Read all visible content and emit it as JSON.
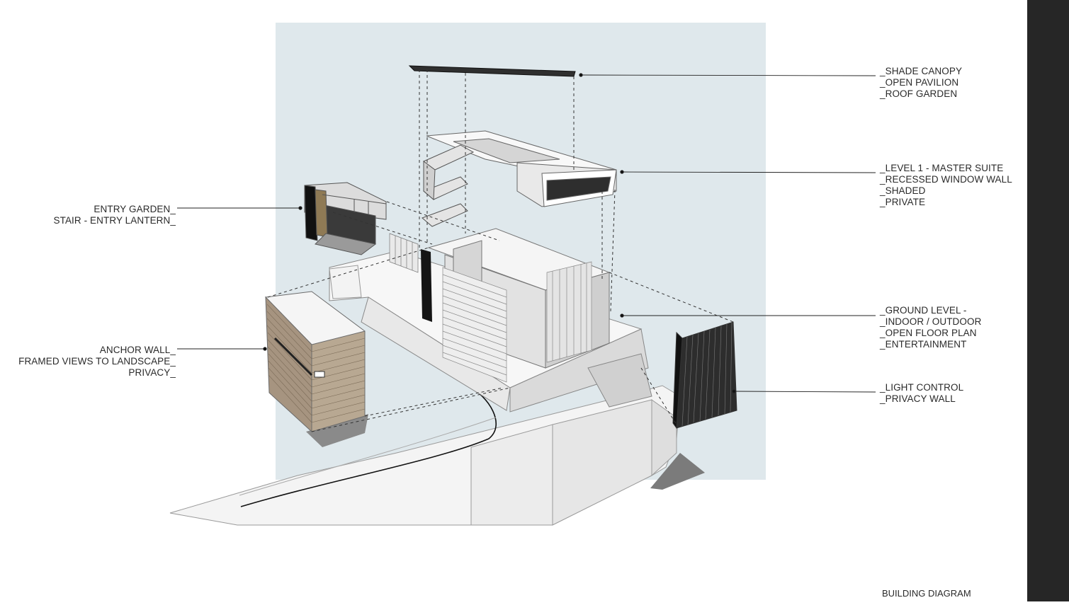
{
  "colors": {
    "background_panel": "#dfe8ec",
    "sidebar": "#262626",
    "line": "#222222"
  },
  "callouts": {
    "shade_canopy": [
      "_SHADE CANOPY",
      "_OPEN PAVILION",
      "_ROOF GARDEN"
    ],
    "level_1": [
      "_LEVEL 1 - MASTER SUITE",
      "_RECESSED WINDOW WALL",
      "_SHADED",
      "_PRIVATE"
    ],
    "entry_garden": [
      "ENTRY GARDEN_",
      "STAIR - ENTRY LANTERN_"
    ],
    "ground_level": [
      "_GROUND LEVEL -",
      "_INDOOR / OUTDOOR",
      "_OPEN FLOOR PLAN",
      "_ENTERTAINMENT"
    ],
    "anchor_wall": [
      "ANCHOR WALL_",
      "FRAMED VIEWS TO LANDSCAPE_",
      "PRIVACY_"
    ],
    "light_control": [
      "_LIGHT CONTROL",
      "_PRIVACY WALL"
    ]
  },
  "caption": "BUILDING DIAGRAM"
}
